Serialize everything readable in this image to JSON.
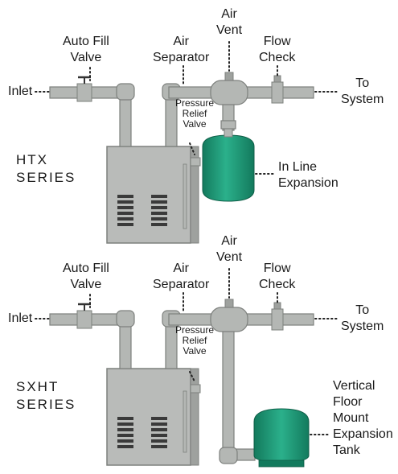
{
  "colors": {
    "pipe": "#b4b7b4",
    "pipe_edge": "#7d807d",
    "boiler": "#b9bbb9",
    "tank": "#1f9a78",
    "tank_dark": "#137a5d",
    "leader": "#222222"
  },
  "icons": [
    "valve-handle-icon",
    "air-vent-icon",
    "flow-check-icon"
  ],
  "top": {
    "series": "HTX\nSERIES",
    "inlet": "Inlet",
    "auto_fill": "Auto Fill\nValve",
    "air_separator": "Air\nSeparator",
    "air_vent": "Air\nVent",
    "flow_check": "Flow\nCheck",
    "to_system": "To\nSystem",
    "pressure_relief": "Pressure\nRelief\nValve",
    "expansion": "In Line\nExpansion"
  },
  "bottom": {
    "series": "SXHT\nSERIES",
    "inlet": "Inlet",
    "auto_fill": "Auto Fill\nValve",
    "air_separator": "Air\nSeparator",
    "air_vent": "Air\nVent",
    "flow_check": "Flow\nCheck",
    "to_system": "To\nSystem",
    "pressure_relief": "Pressure\nRelief\nValve",
    "expansion": "Vertical\nFloor\nMount\nExpansion\nTank"
  }
}
